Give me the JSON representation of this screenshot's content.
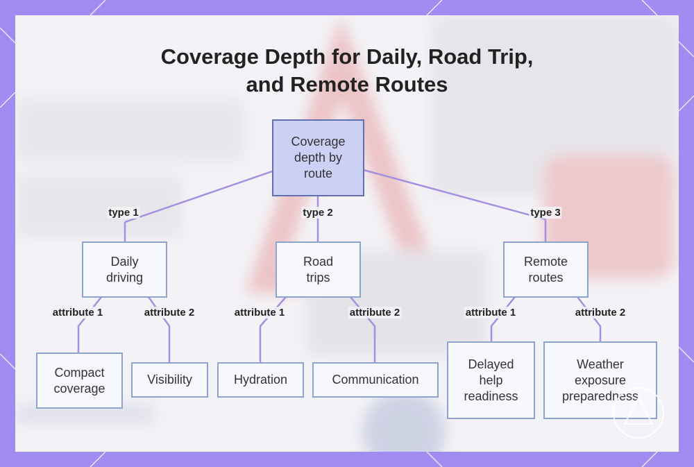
{
  "title_lines": [
    "Coverage Depth for Daily, Road Trip,",
    "and Remote Routes"
  ],
  "root": {
    "lines": [
      "Coverage",
      "depth by",
      "route"
    ]
  },
  "types": [
    {
      "label": "type 1",
      "lines": [
        "Daily",
        "driving"
      ]
    },
    {
      "label": "type 2",
      "lines": [
        "Road",
        "trips"
      ]
    },
    {
      "label": "type 3",
      "lines": [
        "Remote",
        "routes"
      ]
    }
  ],
  "leaves": [
    {
      "label": "attribute 1",
      "lines": [
        "Compact",
        "coverage"
      ]
    },
    {
      "label": "attribute 2",
      "lines": [
        "Visibility"
      ]
    },
    {
      "label": "attribute 1",
      "lines": [
        "Hydration"
      ]
    },
    {
      "label": "attribute 2",
      "lines": [
        "Communication"
      ]
    },
    {
      "label": "attribute 1",
      "lines": [
        "Delayed",
        "help",
        "readiness"
      ]
    },
    {
      "label": "attribute 2",
      "lines": [
        "Weather",
        "exposure",
        "preparedness"
      ]
    }
  ],
  "colors": {
    "frame": "#a08cf0",
    "edge": "#a58fe0",
    "node_border": "#8fa3cf",
    "root_fill": "#ccd0f4"
  }
}
